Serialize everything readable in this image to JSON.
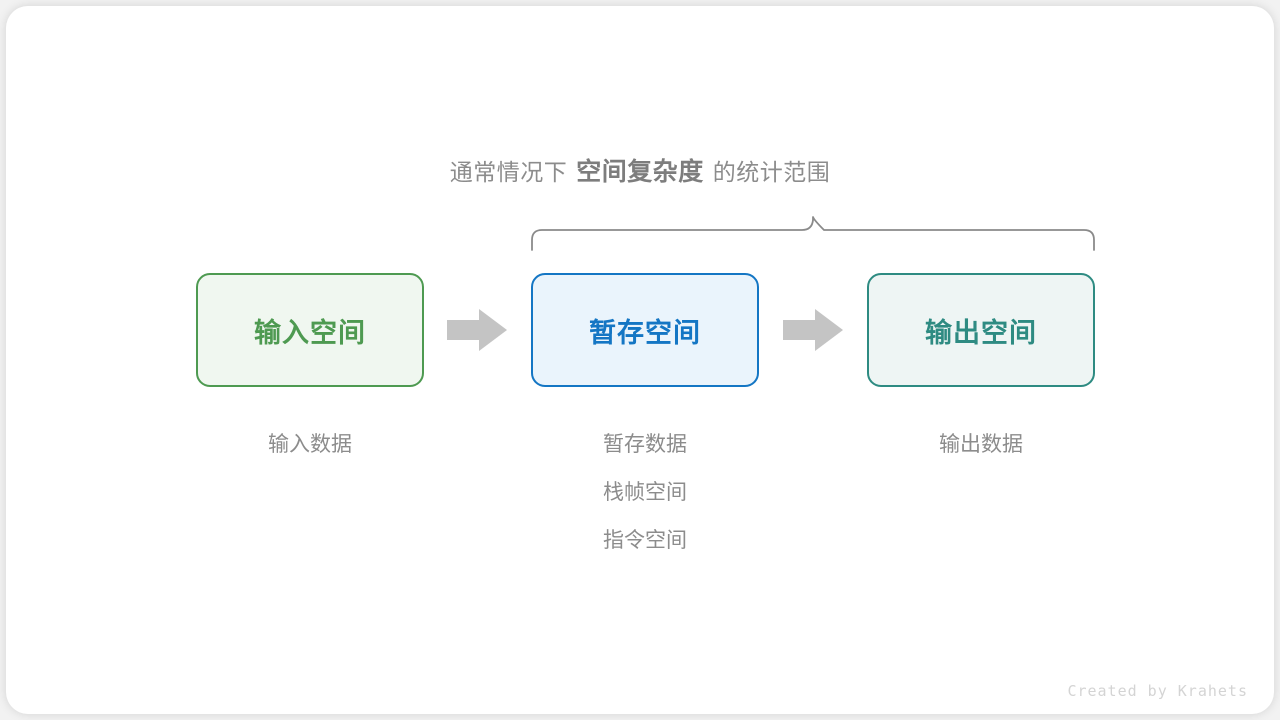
{
  "heading": {
    "prefix": "通常情况下",
    "emphasis": "空间复杂度",
    "suffix": "的统计范围"
  },
  "brace": {
    "label": "scope-brace",
    "color": "#8a8a8a"
  },
  "boxes": [
    {
      "id": "input-space",
      "label": "输入空间",
      "border_color": "#4e9a51",
      "fill_color": "#f0f7f0",
      "text_color": "#4e9a51"
    },
    {
      "id": "temp-space",
      "label": "暂存空间",
      "border_color": "#1476c4",
      "fill_color": "#eaf4fc",
      "text_color": "#1476c4"
    },
    {
      "id": "output-space",
      "label": "输出空间",
      "border_color": "#2e8b82",
      "fill_color": "#eef5f4",
      "text_color": "#2e8b82"
    }
  ],
  "arrows": [
    {
      "id": "arrow-input-to-temp",
      "icon": "right-arrow-icon",
      "color": "#c4c4c4"
    },
    {
      "id": "arrow-temp-to-output",
      "icon": "right-arrow-icon",
      "color": "#c4c4c4"
    }
  ],
  "captions": {
    "input": [
      "输入数据"
    ],
    "temp": [
      "暂存数据",
      "栈帧空间",
      "指令空间"
    ],
    "output": [
      "输出数据"
    ]
  },
  "watermark": "Created by Krahets"
}
